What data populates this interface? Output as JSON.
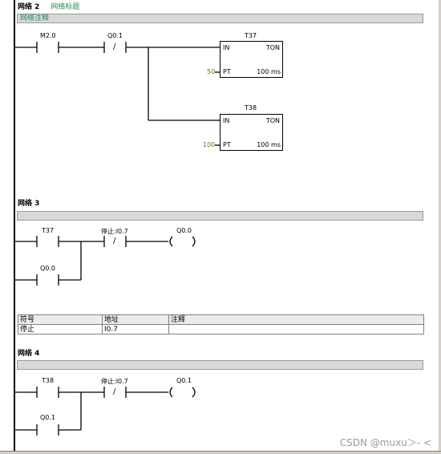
{
  "networks": [
    {
      "title": "网络 2",
      "subtitle": "网络标题",
      "comment": "网络注释",
      "contacts": [
        "M2.0",
        "Q0.1"
      ],
      "timers": [
        {
          "name": "T37",
          "in": "IN",
          "type": "TON",
          "pt_pin": "PT",
          "pt_value": "50",
          "base": "100 ms"
        },
        {
          "name": "T38",
          "in": "IN",
          "type": "TON",
          "pt_pin": "PT",
          "pt_value": "100",
          "base": "100 ms"
        }
      ]
    },
    {
      "title": "网络 3",
      "comment": "",
      "contacts": [
        "T37",
        "停止:I0.7",
        "Q0.0"
      ],
      "coil": "Q0.0"
    },
    {
      "title": "网络 4",
      "comment": "",
      "contacts": [
        "T38",
        "停止:I0.7",
        "Q0.1"
      ],
      "coil": "Q0.1"
    }
  ],
  "symbol_table": {
    "headers": [
      "符号",
      "地址",
      "注释"
    ],
    "rows": [
      [
        "停止",
        "I0.7",
        ""
      ]
    ]
  },
  "contact_glyph_nc": "/",
  "watermark": "CSDN @muxu＞- <"
}
